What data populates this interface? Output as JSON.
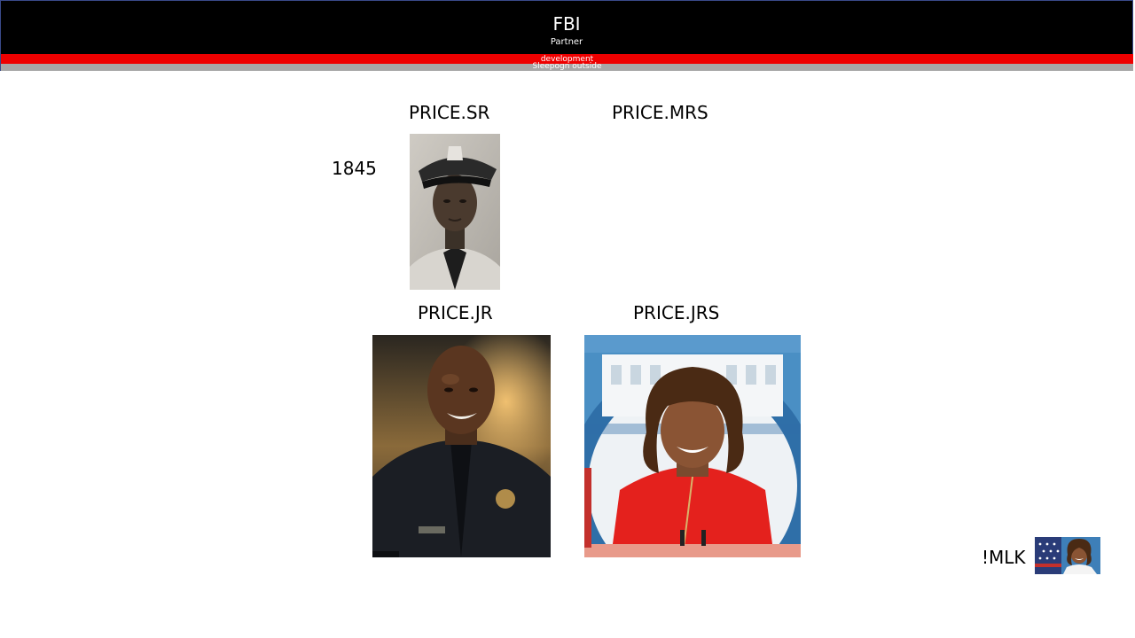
{
  "header": {
    "title": "FBI",
    "subtitle": "Partner",
    "band_text": "development",
    "band_subtext": "Sleepogn outside",
    "colors": {
      "background": "#000000",
      "band": "#ee0000",
      "subband": "#a7a7a7"
    }
  },
  "slide": {
    "year": "1845",
    "labels": {
      "sr": "PRICE.SR",
      "mrs": "PRICE.MRS",
      "jr": "PRICE.JR",
      "jrs": "PRICE.JRS",
      "mlk": "!MLK"
    }
  }
}
